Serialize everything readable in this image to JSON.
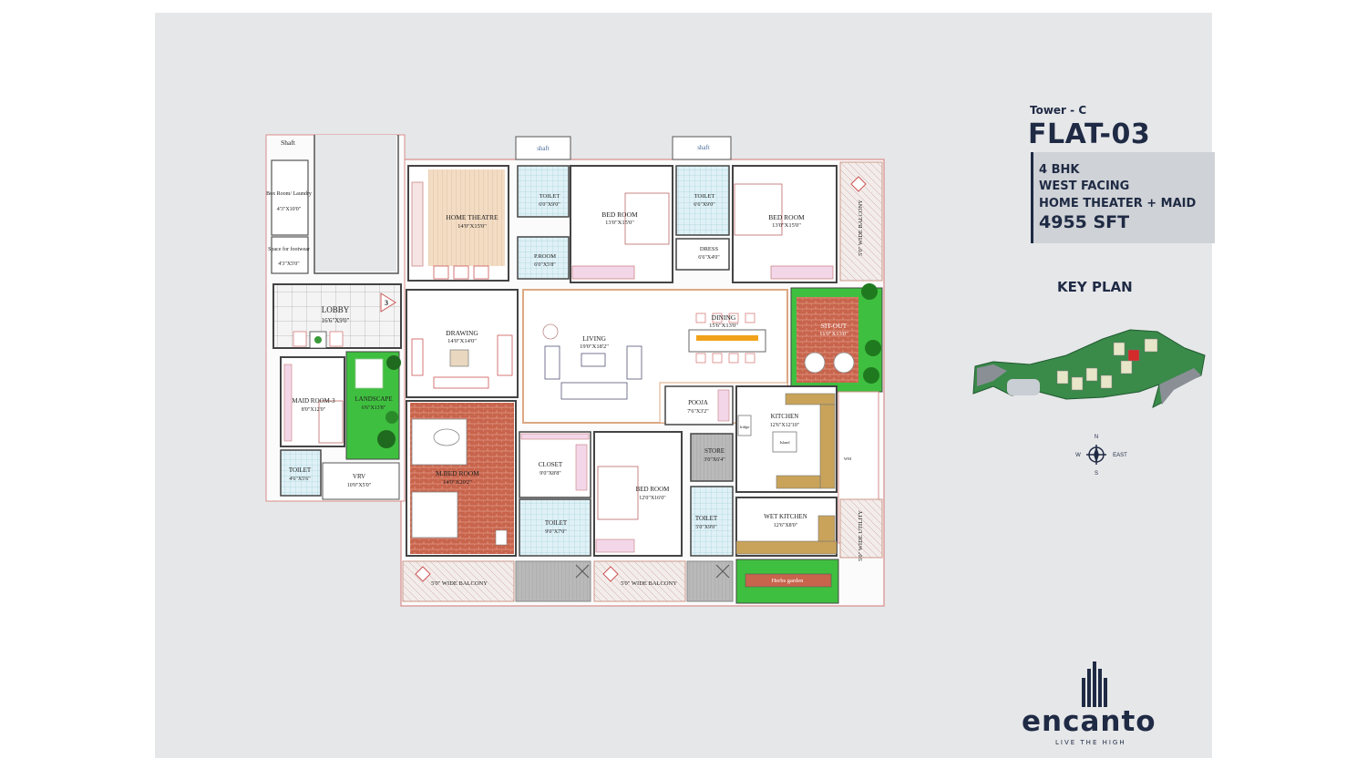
{
  "tower": "Tower - C",
  "flat": "FLAT-03",
  "config": "4 BHK",
  "facing": "WEST FACING",
  "features": "HOME THEATER + MAID",
  "area": "4955 SFT",
  "key_plan_title": "KEY PLAN",
  "compass": {
    "n": "N",
    "s": "S",
    "e": "EAST",
    "w": "W"
  },
  "brand": {
    "name": "encanto",
    "tagline": "LIVE THE HIGH"
  },
  "colors": {
    "navy": "#1f2a44",
    "terracotta": "#c8644c",
    "green": "#3fbf3f",
    "wall": "#d9a5a5"
  },
  "rooms": {
    "shaft_top": "Shaft",
    "shaft_a": "shaft",
    "shaft_b": "shaft",
    "box_room": {
      "name": "Box Room/ Laundry",
      "dim": "4'3\"X10'0\""
    },
    "footwear": {
      "name": "Space for footwear",
      "dim": "4'3\"X5'0\""
    },
    "home_theatre": {
      "name": "HOME THEATRE",
      "dim": "14'0\"X15'0\""
    },
    "toilet_1": {
      "name": "TOILET",
      "dim": "6'0\"X9'0\""
    },
    "p_room": {
      "name": "P.ROOM",
      "dim": "6'0\"X5'8\""
    },
    "bed_room_1": {
      "name": "BED ROOM",
      "dim": "13'0\"X15'0\""
    },
    "toilet_2": {
      "name": "TOILET",
      "dim": "6'6\"X9'0\""
    },
    "dress": {
      "name": "DRESS",
      "dim": "6'6\"X4'0\""
    },
    "bed_room_2": {
      "name": "BED ROOM",
      "dim": "13'0\"X15'0\""
    },
    "balcony_east": "5'0\" WIDE BALCONY",
    "lobby": {
      "name": "LOBBY",
      "dim": "16'6\"X9'0\""
    },
    "lobby_num": "3",
    "drawing": {
      "name": "DRAWING",
      "dim": "14'0\"X14'0\""
    },
    "living": {
      "name": "LIVING",
      "dim": "19'0\"X18'2\""
    },
    "dining": {
      "name": "DINING",
      "dim": "15'6\"X13'0\""
    },
    "sit_out": {
      "name": "SIT-OUT",
      "dim": "11'0\"X13'0\""
    },
    "maid_room": {
      "name": "MAID ROOM-3",
      "dim": "8'0\"X12'0\""
    },
    "landscape": {
      "name": "LANDSCAPE",
      "dim": "6'6\"X13'8\""
    },
    "pooja": {
      "name": "POOJA",
      "dim": "7'6\"X3'2\""
    },
    "kitchen": {
      "name": "KITCHEN",
      "dim": "12'6\"X12'10\""
    },
    "fridge": "fridge",
    "island": "Island",
    "wm": "WM",
    "toilet_maid": {
      "name": "TOILET",
      "dim": "4'6\"X5'6\""
    },
    "vrv": {
      "name": "VRV",
      "dim": "10'0\"X5'0\""
    },
    "m_bed_room": {
      "name": "M.BED ROOM",
      "dim": "14'0\"X20'2\""
    },
    "closet": {
      "name": "CLOSET",
      "dim": "9'0\"X8'8\""
    },
    "bed_room_3": {
      "name": "BED ROOM",
      "dim": "12'0\"X16'0\""
    },
    "store": {
      "name": "STORE",
      "dim": "3'0\"X6'4\""
    },
    "wet_kitchen": {
      "name": "WET KITCHEN",
      "dim": "12'6\"X8'0\""
    },
    "toilet_3": {
      "name": "TOILET",
      "dim": "9'0\"X7'0\""
    },
    "toilet_4": {
      "name": "TOILET",
      "dim": "5'0\"X9'0\""
    },
    "utility": "5'0\" WIDE UTILITY",
    "balcony_s1": "5'0\" WIDE BALCONY",
    "balcony_s2": "5'0\" WIDE BALCONY",
    "herbs": "Herbs garden"
  }
}
